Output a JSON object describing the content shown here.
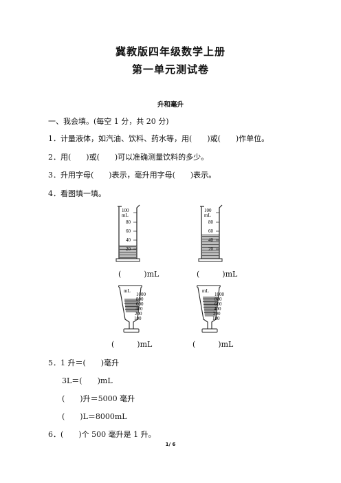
{
  "header": {
    "title_line1": "冀教版四年级数学上册",
    "title_line2": "第一单元测试卷",
    "subtitle": "升和毫升"
  },
  "section1": {
    "heading": "一、我会填。(每空 1 分，共 20 分)",
    "q1": "1．计量液体，如汽油、饮料、药水等，用(　　)或(　　)作单位。",
    "q2": "2．用(　　)或(　　)可以准确测量饮料的多少。",
    "q3": "3．升用字母(　　)表示，毫升用字母(　　)表示。",
    "q4": "4．看图填一填。",
    "q5_lines": [
      "5．1 升＝(　　)毫升",
      "3L＝(　　)mL",
      "(　　)升＝5000 毫升",
      "(　　)L＝8000mL"
    ],
    "q6": "6．(　　)个 500 毫升是 1 升。"
  },
  "figures": {
    "cylinder_ticks": [
      "100",
      "mL",
      "80",
      "60",
      "40",
      "20"
    ],
    "beaker_ticks": [
      "mL",
      "1000",
      "800",
      "600",
      "400",
      "200",
      "100"
    ],
    "answer_blank": "(　　　)mL"
  },
  "footer": {
    "page": "1/ 6"
  }
}
